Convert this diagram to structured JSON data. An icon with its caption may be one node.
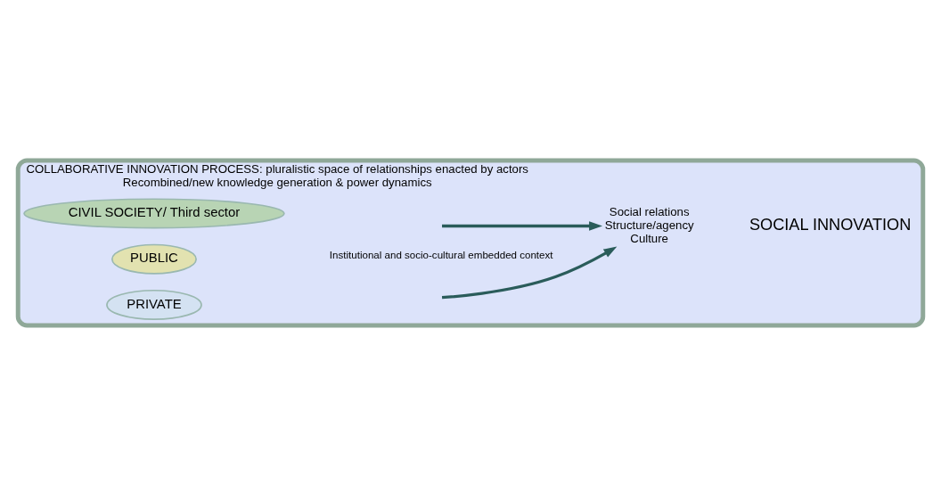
{
  "diagram": {
    "nodes": [
      {
        "text": [
          "COLLABORATIVE INNOVATION PROCESS: pluralistic space of relationships enacted by actors",
          "Recombined/new knowledge generation & power dynamics"
        ]
      },
      {
        "text": [
          "PRIVATE"
        ],
        "in": 0
      },
      {
        "text": [
          "PUBLIC"
        ],
        "in": 0
      },
      {
        "text": [
          "CIVIL SOCIETY/ Third sector"
        ],
        "in": 0
      },
      {
        "text": [
          "Social relations",
          "Structure/agency",
          "Culture"
        ],
        "in": 0
      },
      {
        "text": [
          "SOCIAL INNOVATION"
        ],
        "in": 0
      }
    ],
    "edges": [
      {
        "from": null,
        "to": 4,
        "arrow": "to"
      },
      {
        "from": null,
        "to": 4,
        "arrow": "to"
      }
    ],
    "labels": [
      "Institutional and socio-cultural embedded context"
    ]
  }
}
